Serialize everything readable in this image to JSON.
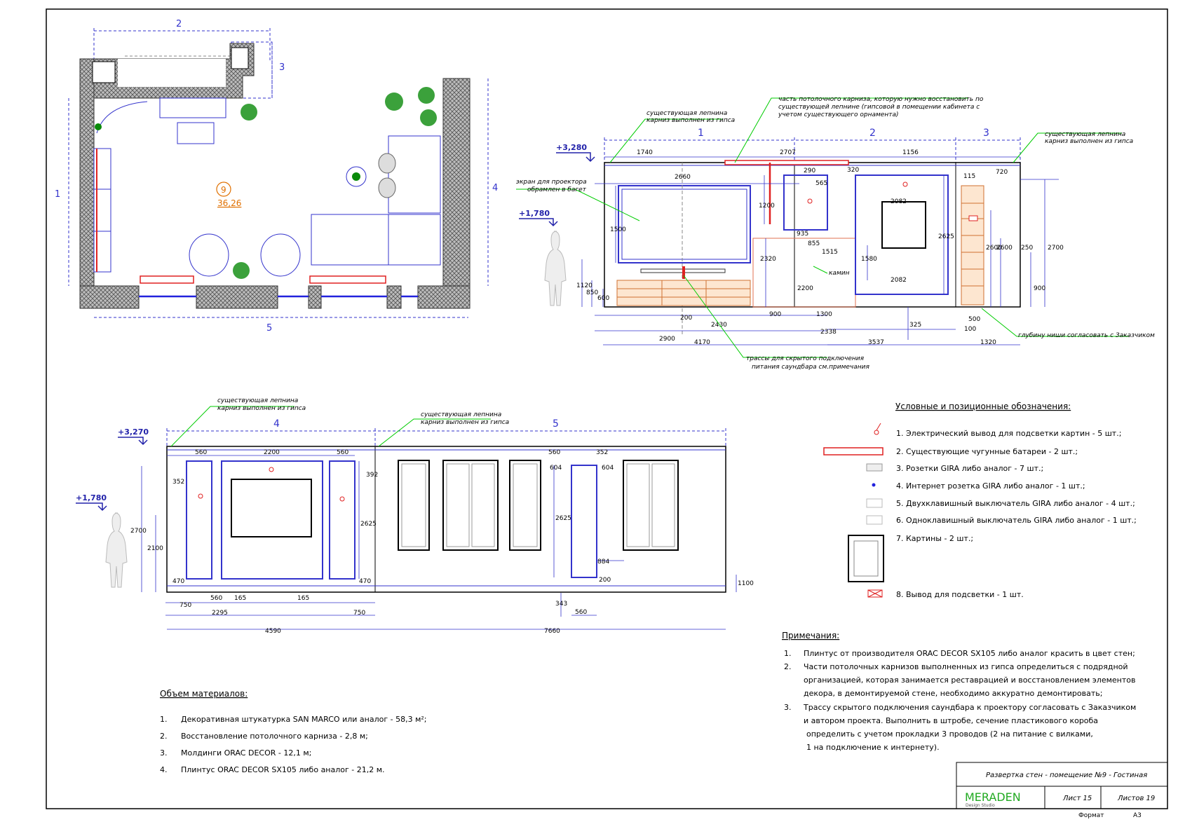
{
  "plan": {
    "dims": {
      "d2": "2",
      "d3": "3",
      "d1": "1",
      "d4": "4",
      "d5": "5"
    },
    "room_number": "9",
    "room_area": "36,26"
  },
  "elev1": {
    "level_top": "+3,280",
    "level_eye": "+1,780",
    "seg": {
      "s1": "1",
      "s2": "2",
      "s3": "3"
    },
    "callout_left_top": [
      "существующая лепнина",
      "карниз выполнен из гипса"
    ],
    "callout_center_top": [
      "часть потолочного карниза, которую нужно восстановить по",
      "существующей лепнине (гипсовой в помещении кабинета с",
      "учетом существующего орнамента)"
    ],
    "callout_right_top": [
      "существующая лепнина",
      "карниз выполнен из гипса"
    ],
    "callout_screen": [
      "экран для проектора",
      "обрамлен в багет"
    ],
    "callout_fireplace": "камин",
    "callout_cable": [
      "трассы для скрытого подключения",
      "питания саундбара см.примечания"
    ],
    "callout_niche": "глубину ниши согласовать с Заказчиком",
    "dims": [
      "1740",
      "2707",
      "1156",
      "2660",
      "290",
      "565",
      "320",
      "115",
      "720",
      "1500",
      "1200",
      "935",
      "855",
      "1515",
      "2320",
      "1580",
      "2625",
      "2082",
      "2082",
      "2600",
      "2600",
      "250",
      "2700",
      "1120",
      "850",
      "600",
      "2200",
      "900",
      "1300",
      "200",
      "2430",
      "2338",
      "325",
      "500",
      "100",
      "2900",
      "4170",
      "3537",
      "1320",
      "900"
    ]
  },
  "elev2": {
    "level_top": "+3,270",
    "level_eye": "+1,780",
    "seg": {
      "s4": "4",
      "s5": "5"
    },
    "callout_left": [
      "существующая лепнина",
      "карниз выполнен из гипса"
    ],
    "callout_right": [
      "существующая лепнина",
      "карниз выполнен из гипса"
    ],
    "dims": [
      "560",
      "2200",
      "560",
      "352",
      "392",
      "2700",
      "2100",
      "2625",
      "470",
      "470",
      "750",
      "560",
      "165",
      "165",
      "2295",
      "750",
      "4590",
      "560",
      "604",
      "604",
      "2625",
      "884",
      "200",
      "343",
      "560",
      "7660",
      "1100",
      "352"
    ]
  },
  "legend": {
    "title": "Условные и позиционные обозначения:",
    "items": [
      "1.  Электрический вывод для подсветки картин - 5 шт.;",
      "2. Существующие чугунные батареи  - 2 шт.;",
      "3.  Розетки  GIRA либо аналог - 7 шт.;",
      "4. Интернет розетка GIRA либо аналог - 1 шт.;",
      "5. Двухклавишный выключатель GIRA либо аналог - 4 шт.;",
      "6. Одноклавишный  выключатель GIRA либо аналог - 1 шт.;",
      "7. Картины - 2 шт.;",
      "8. Вывод для подсветки - 1 шт."
    ]
  },
  "notes": {
    "title": "Примечания:",
    "items": [
      {
        "n": "1.",
        "lines": [
          "Плинтус от производителя ORAC DECOR  SX105 либо аналог красить в цвет стен;"
        ]
      },
      {
        "n": "2.",
        "lines": [
          "Части потолочных карнизов выполненных из гипса определиться с подрядной",
          "организацией, которая занимается реставрацией и восстановлением элементов",
          "декора, в демонтируемой стене, необходимо аккуратно демонтировать;"
        ]
      },
      {
        "n": "3.",
        "lines": [
          "Трассу скрытого подключения саундбара к проектору согласовать с Заказчиком",
          "и автором проекта. Выполнить в штробе, сечение пластикового короба",
          "определить с учетом прокладки 3 проводов (2 на питание с вилками,",
          "1 на подключение к интернету)."
        ]
      }
    ]
  },
  "materials": {
    "title": "Объем материалов:",
    "items": [
      {
        "n": "1.",
        "text": "Декоративная штукатурка SAN MARCO или аналог  - 58,3 м²;"
      },
      {
        "n": "2.",
        "text": "Восстановление потолочного карниза - 2,8 м;"
      },
      {
        "n": "3.",
        "text": "Молдинги ORAC DECOR - 12,1 м;"
      },
      {
        "n": "4.",
        "text": "Плинтус ORAC DECOR SX105 либо аналог - 21,2 м."
      }
    ]
  },
  "titleblock": {
    "sheet_title": "Развертка стен - помещение №9 - Гостиная",
    "logo": "MERADEN",
    "logo_sub": "Design Studio",
    "sheet": "Лист 15",
    "sheets": "Листов 19",
    "format_label": "Формат",
    "format_value": "А3"
  },
  "colors": {
    "dim": "#3333cc",
    "accent": "#00cc00",
    "red": "#e02020",
    "wall": "#666666",
    "line": "#000000"
  }
}
